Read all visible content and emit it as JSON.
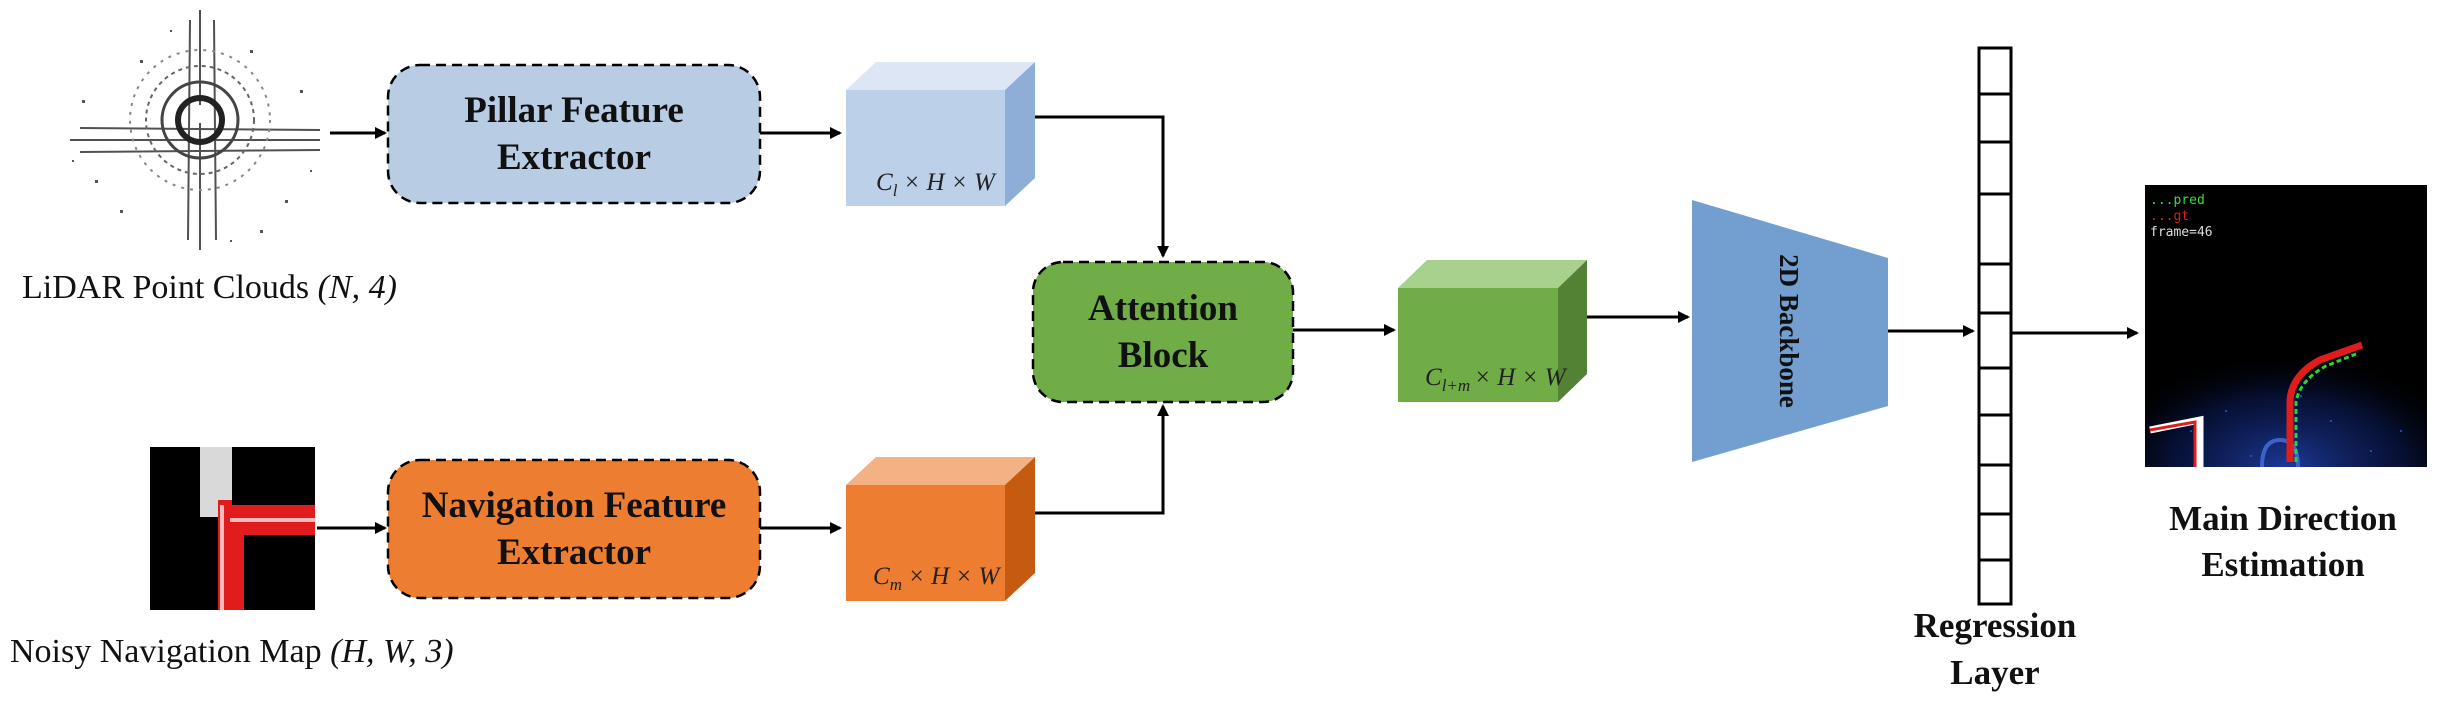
{
  "inputs": {
    "lidar_caption": "LiDAR Point Clouds",
    "lidar_shape": "(N, 4)",
    "nav_caption": "Noisy Navigation Map",
    "nav_shape": "(H, W, 3)"
  },
  "modules": {
    "pillar_line1": "Pillar Feature",
    "pillar_line2": "Extractor",
    "nav_line1": "Navigation Feature",
    "nav_line2": "Extractor",
    "attention_line1": "Attention",
    "attention_line2": "Block",
    "backbone": "2D Backbone",
    "regression_line1": "Regression",
    "regression_line2": "Layer",
    "output_line1": "Main Direction",
    "output_line2": "Estimation"
  },
  "tensors": {
    "lidar_feat": {
      "c": "C",
      "sub": "l",
      "rest": "× H × W"
    },
    "nav_feat": {
      "c": "C",
      "sub": "m",
      "rest": "× H × W"
    },
    "fused_feat": {
      "c": "C",
      "sub": "l+m",
      "rest": "× H × W"
    }
  },
  "output_image": {
    "legend_pred": "...pred",
    "legend_gt": "...gt",
    "frame_label": "frame=46"
  },
  "colors": {
    "pillar_fill": "#b8cce4",
    "nav_fill": "#ed7d31",
    "attention_fill": "#70ad47",
    "backbone_fill": "#729fcf"
  }
}
